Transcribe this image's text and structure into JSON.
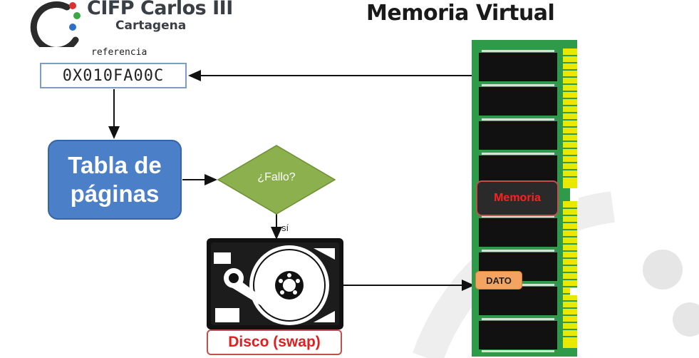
{
  "header": {
    "logo_name": "CIFP Carlos III",
    "logo_city": "Cartagena",
    "title": "Memoria Virtual"
  },
  "diagram": {
    "reference_label": "referencia",
    "address": "0X010FA00C",
    "page_table": "Tabla de páginas",
    "decision": "¿Fallo?",
    "yes_label": "sí",
    "disk_label": "Disco (swap)",
    "memory_label": "Memoria",
    "data_label": "DATO"
  },
  "colors": {
    "page_table_fill": "#4b7fc8",
    "decision_fill": "#8db04e",
    "disk_border": "#c0504d",
    "memory_text": "#ff2020",
    "data_fill": "#f4a460",
    "ram_green": "#2e9a4a",
    "ram_pins": "#e8e800"
  },
  "icons": {
    "logo": "cifp-logo-icon",
    "disk": "hard-disk-icon",
    "ram": "ram-module-icon"
  }
}
